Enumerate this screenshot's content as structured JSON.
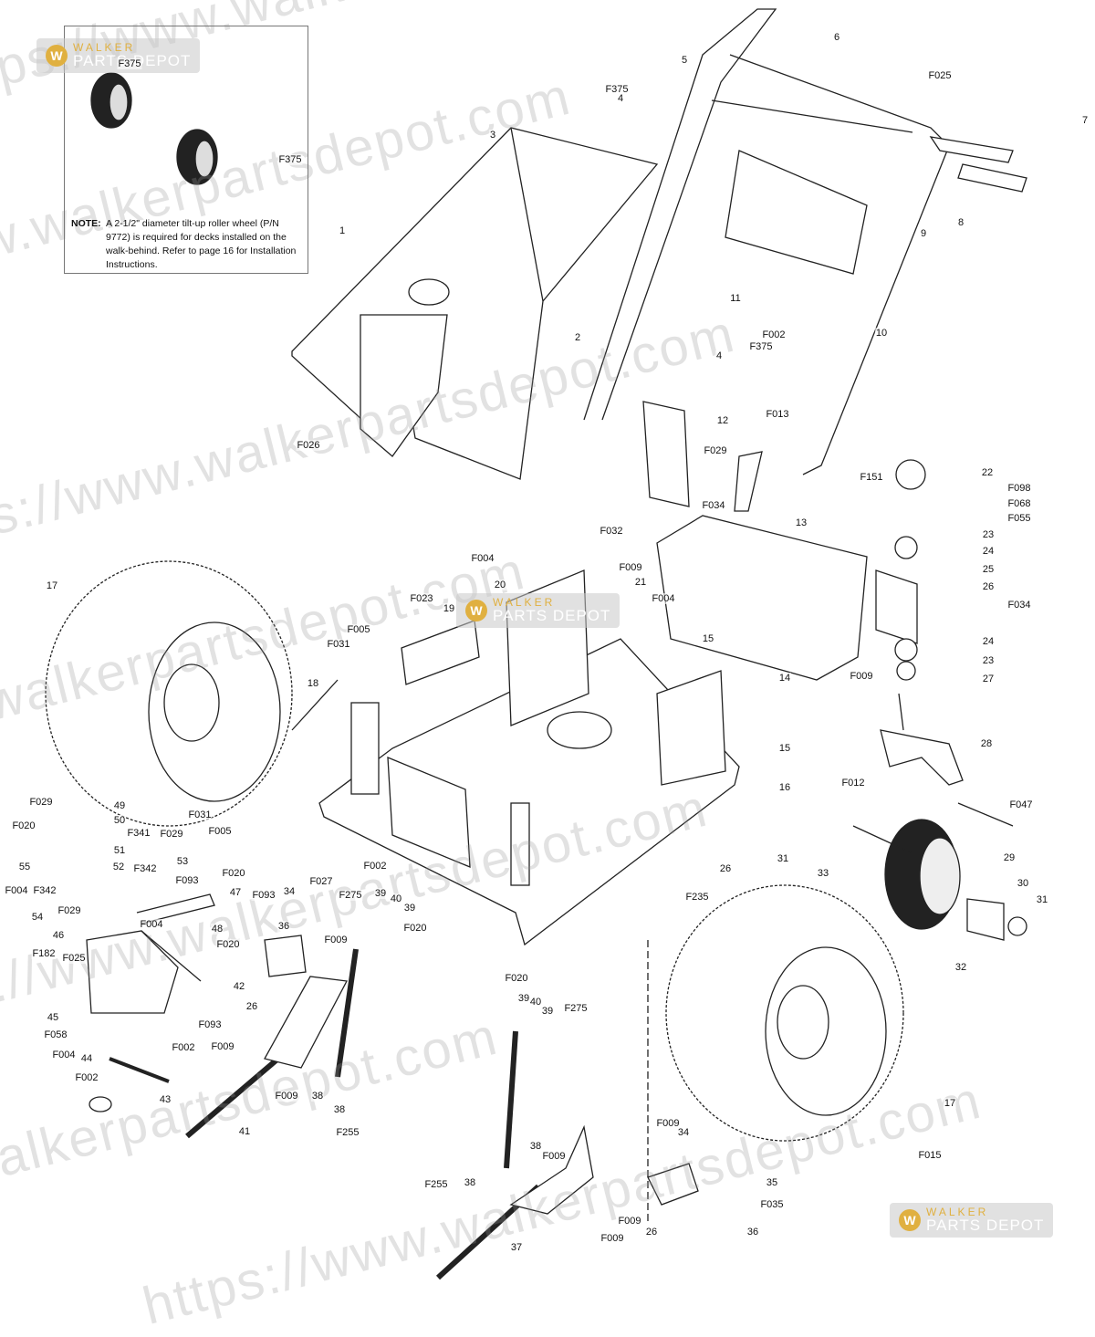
{
  "watermark": "https://www.walkerpartsdepot.com",
  "logo": {
    "line1": "WALKER",
    "line2": "PARTS DEPOT",
    "mark": "W"
  },
  "inset": {
    "note_label": "NOTE:",
    "note_text": "A 2-1/2\" diameter tilt-up roller wheel (P/N 9772) is required for decks installed on the walk-behind. Refer to page 16 for Installation Instructions."
  },
  "callouts": [
    "F375",
    "F375",
    "6",
    "5",
    "F025",
    "7",
    "F375",
    "4",
    "3",
    "9",
    "8",
    "1",
    "11",
    "2",
    "10",
    "F002",
    "F375",
    "4",
    "12",
    "F013",
    "F026",
    "F029",
    "F151",
    "22",
    "F098",
    "F068",
    "F055",
    "F034",
    "13",
    "23",
    "24",
    "25",
    "26",
    "F034",
    "F032",
    "F004",
    "20",
    "F009",
    "21",
    "F023",
    "19",
    "F004",
    "F005",
    "F031",
    "17",
    "15",
    "14",
    "24",
    "23",
    "27",
    "F009",
    "18",
    "28",
    "15",
    "16",
    "F012",
    "F047",
    "F031",
    "F005",
    "F029",
    "49",
    "50",
    "F341",
    "51",
    "F029",
    "F020",
    "55",
    "52",
    "53",
    "F004",
    "F342",
    "F342",
    "F020",
    "47",
    "F093",
    "F093",
    "54",
    "F029",
    "46",
    "F004",
    "48",
    "F020",
    "F182",
    "F025",
    "34",
    "36",
    "F275",
    "39",
    "40",
    "39",
    "F009",
    "F020",
    "F027",
    "F002",
    "26",
    "31",
    "33",
    "29",
    "30",
    "31",
    "F235",
    "32",
    "42",
    "26",
    "45",
    "F093",
    "F058",
    "F009",
    "F004",
    "44",
    "F002",
    "F002",
    "43",
    "F009",
    "38",
    "38",
    "F255",
    "41",
    "F020",
    "39",
    "40",
    "39",
    "F275",
    "17",
    "F009",
    "34",
    "F015",
    "F255",
    "38",
    "38",
    "F009",
    "35",
    "F035",
    "F009",
    "F009",
    "26",
    "36",
    "37"
  ]
}
